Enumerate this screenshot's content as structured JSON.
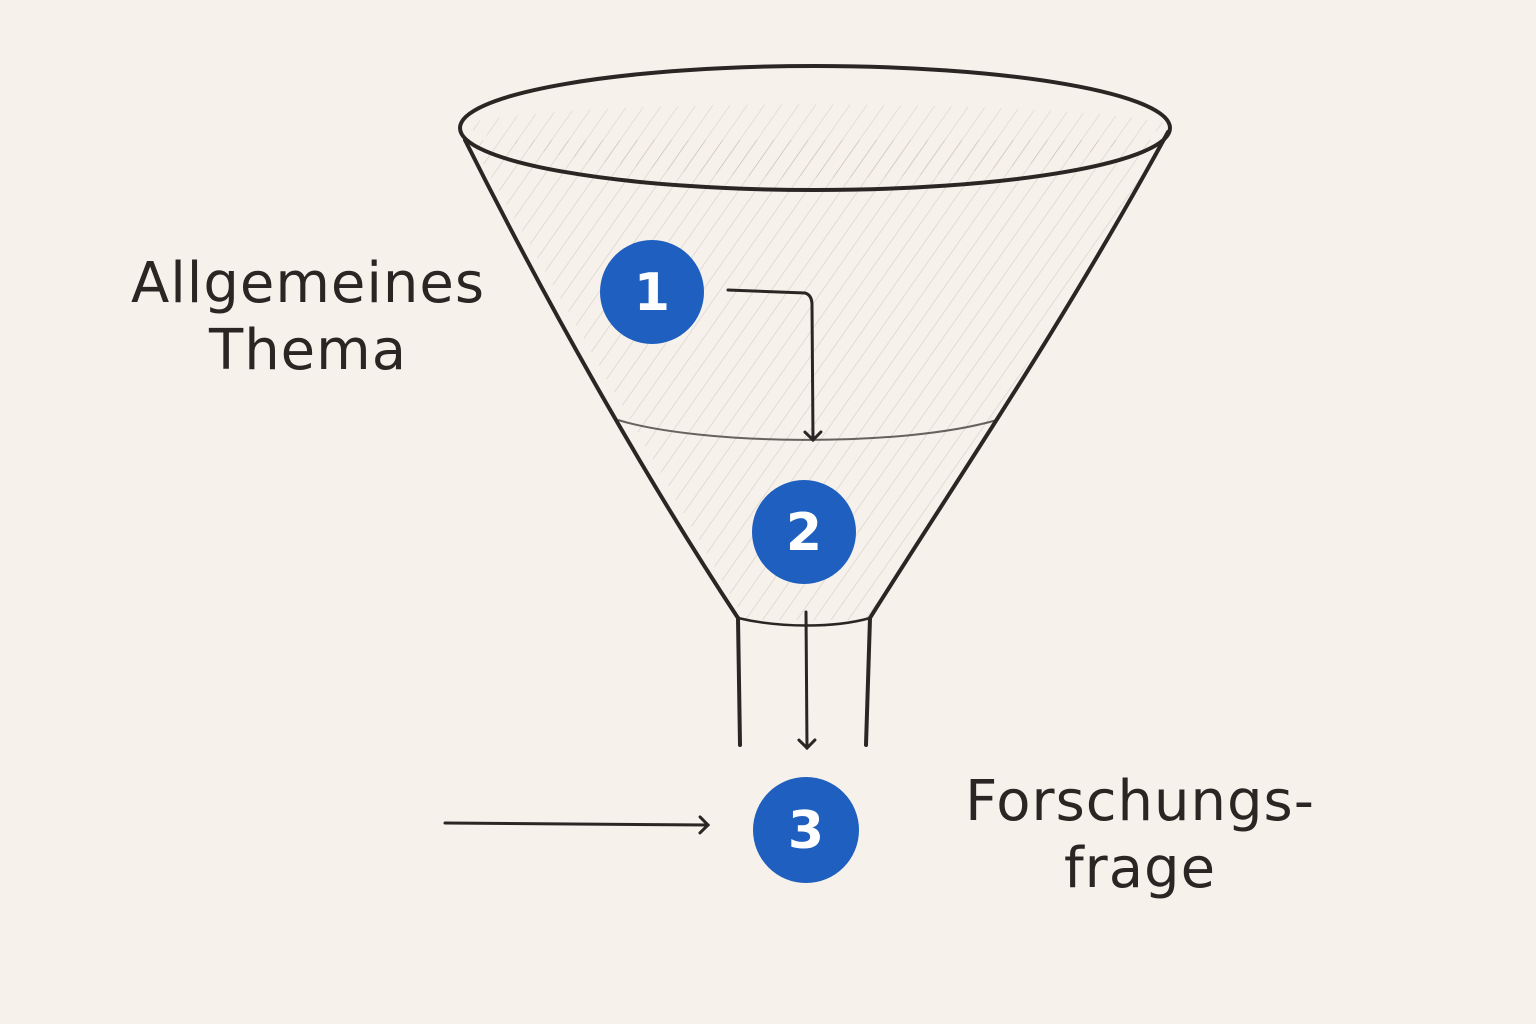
{
  "labels": {
    "top_line1": "Allgemeines",
    "top_line2": "Thema",
    "bottom_line1": "Forschungs-",
    "bottom_line2": "frage"
  },
  "steps": [
    "1",
    "2",
    "3"
  ],
  "colors": {
    "background": "#f6f1eb",
    "ink": "#2a2623",
    "step_fill": "#1f5fbf"
  }
}
